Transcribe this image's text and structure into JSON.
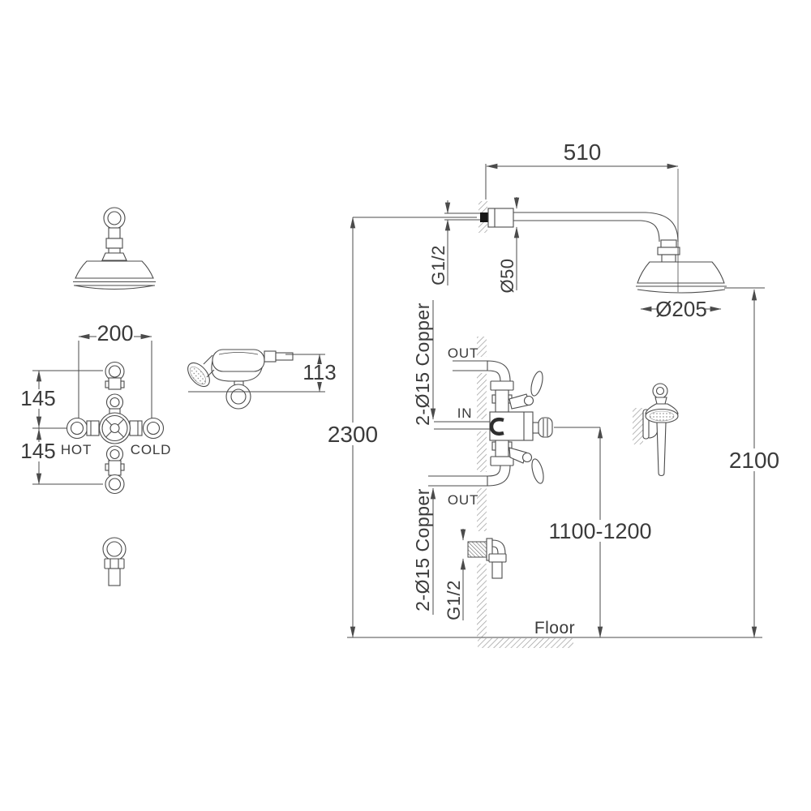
{
  "colors": {
    "line": "#4b4b4b",
    "text": "#3b3b3b",
    "hatch": "#9b9b9b",
    "background": "#ffffff"
  },
  "front_views": {
    "valve_width": "200",
    "valve_spacing_upper": "145",
    "valve_spacing_lower": "145",
    "hot_label": "HOT",
    "cold_label": "COLD",
    "handset_height": "113"
  },
  "installation": {
    "arm_length": "510",
    "arm_thread": "G1/2",
    "flange_diameter": "Ø50",
    "head_diameter": "Ø205",
    "total_height": "2300",
    "handset_rail_height": "2100",
    "valve_height_range": "1100-1200",
    "supply_upper_label": "2-Ø15 Copper",
    "supply_lower_label": "2-Ø15 Copper",
    "outlet_thread": "G1/2",
    "port_top": "OUT",
    "port_middle": "IN",
    "port_bottom": "OUT",
    "floor_label": "Floor"
  }
}
